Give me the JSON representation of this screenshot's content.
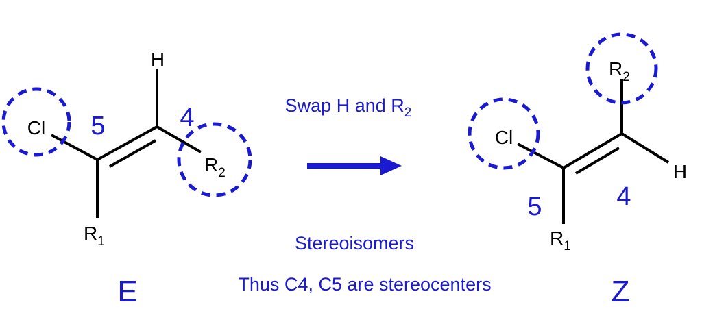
{
  "colors": {
    "accent": "#1a1ad0",
    "bond": "#000000"
  },
  "left_molecule": {
    "name": "E",
    "atoms": {
      "h": "H",
      "cl": "Cl",
      "r1": "R",
      "r1_sub": "1",
      "r2": "R",
      "r2_sub": "2"
    },
    "numbers": {
      "c5": "5",
      "c4": "4"
    }
  },
  "right_molecule": {
    "name": "Z",
    "atoms": {
      "h": "H",
      "cl": "Cl",
      "r1": "R",
      "r1_sub": "1",
      "r2": "R",
      "r2_sub": "2"
    },
    "numbers": {
      "c5": "5",
      "c4": "4"
    }
  },
  "swap_label": {
    "text": "Swap H and R",
    "sub": "2"
  },
  "stereoisomers_label": "Stereoisomers",
  "conclusion": "Thus C4, C5 are stereocenters"
}
